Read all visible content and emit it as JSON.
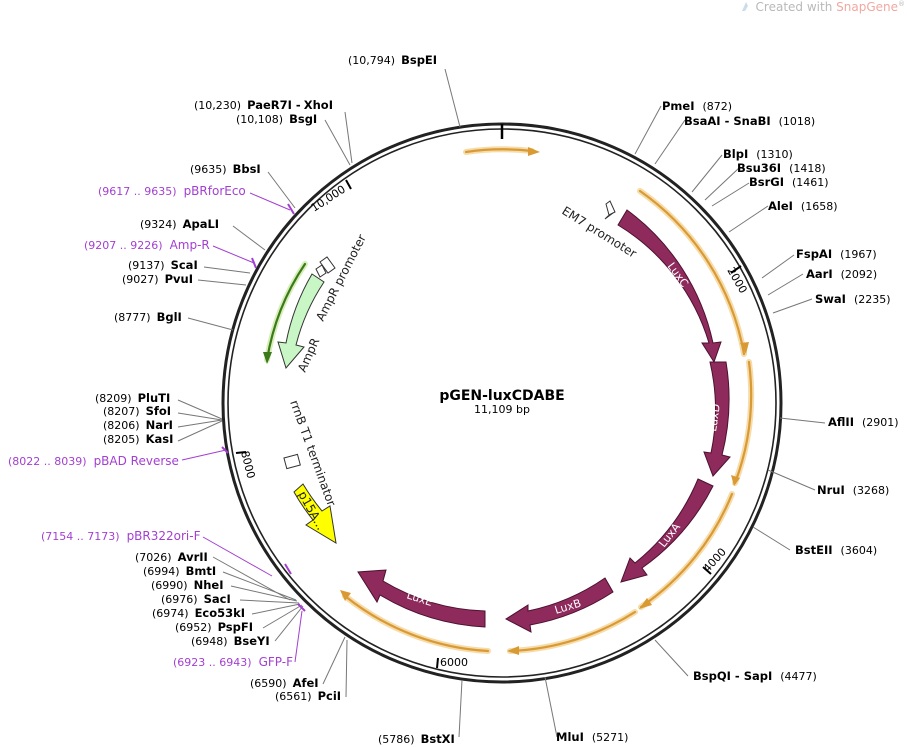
{
  "watermark": {
    "prefix": "Created with ",
    "brand": "SnapGene",
    "reg": "®",
    "logo_icon": "snapgene-logo-icon"
  },
  "plasmid": {
    "name": "pGEN-luxCDABE",
    "length_label": "11,109 bp",
    "length": 11109
  },
  "ticks": [
    {
      "label": "2000",
      "pos": 2000
    },
    {
      "label": "4000",
      "pos": 4000
    },
    {
      "label": "6000",
      "pos": 6000
    },
    {
      "label": "8000",
      "pos": 8000
    },
    {
      "label": "10,000",
      "pos": 10000
    }
  ],
  "features": [
    {
      "id": "luxc",
      "label": "LuxC",
      "kind": "cds",
      "color": "#8e2a5c"
    },
    {
      "id": "luxd",
      "label": "LuxD",
      "kind": "cds",
      "color": "#8e2a5c"
    },
    {
      "id": "luxa",
      "label": "LuxA",
      "kind": "cds",
      "color": "#8e2a5c"
    },
    {
      "id": "luxb",
      "label": "LuxB",
      "kind": "cds",
      "color": "#8e2a5c"
    },
    {
      "id": "luxe",
      "label": "LuxE",
      "kind": "cds",
      "color": "#8e2a5c"
    },
    {
      "id": "ampr",
      "label": "AmpR",
      "kind": "cds",
      "color": "#c8f7c5"
    },
    {
      "id": "p15a",
      "label": "p15A...",
      "kind": "origin",
      "color": "#ffff00"
    },
    {
      "id": "em7",
      "label": "EM7 promoter",
      "kind": "promoter"
    },
    {
      "id": "ampr-promoter",
      "label": "AmpR promoter",
      "kind": "promoter"
    },
    {
      "id": "rrnb",
      "label": "rrnB T1 terminator",
      "kind": "terminator"
    }
  ],
  "sites": [
    {
      "name": "BspEI",
      "pos": "(10,794)"
    },
    {
      "name": "PaeR7I",
      "sep": "-",
      "name2": "XhoI",
      "pos": "(10,230)"
    },
    {
      "name": "BsgI",
      "pos": "(10,108)"
    },
    {
      "name": "BbsI",
      "pos": "(9635)"
    },
    {
      "name": "ApaLI",
      "pos": "(9324)"
    },
    {
      "name": "ScaI",
      "pos": "(9137)"
    },
    {
      "name": "PvuI",
      "pos": "(9027)"
    },
    {
      "name": "BglI",
      "pos": "(8777)"
    },
    {
      "name": "PluTI",
      "pos": "(8209)"
    },
    {
      "name": "SfoI",
      "pos": "(8207)"
    },
    {
      "name": "NarI",
      "pos": "(8206)"
    },
    {
      "name": "KasI",
      "pos": "(8205)"
    },
    {
      "name": "AvrII",
      "pos": "(7026)"
    },
    {
      "name": "BmtI",
      "pos": "(6994)"
    },
    {
      "name": "NheI",
      "pos": "(6990)"
    },
    {
      "name": "SacI",
      "pos": "(6976)"
    },
    {
      "name": "Eco53kI",
      "pos": "(6974)"
    },
    {
      "name": "PspFI",
      "pos": "(6952)"
    },
    {
      "name": "BseYI",
      "pos": "(6948)"
    },
    {
      "name": "AfeI",
      "pos": "(6590)"
    },
    {
      "name": "PciI",
      "pos": "(6561)"
    },
    {
      "name": "BstXI",
      "pos": "(5786)"
    },
    {
      "name": "MluI",
      "pos": "(5271)"
    },
    {
      "name": "BspQI",
      "sep": "-",
      "name2": "SapI",
      "pos": "(4477)"
    },
    {
      "name": "BstEII",
      "pos": "(3604)"
    },
    {
      "name": "NruI",
      "pos": "(3268)"
    },
    {
      "name": "AflII",
      "pos": "(2901)"
    },
    {
      "name": "SwaI",
      "pos": "(2235)"
    },
    {
      "name": "AarI",
      "pos": "(2092)"
    },
    {
      "name": "FspAI",
      "pos": "(1967)"
    },
    {
      "name": "AleI",
      "pos": "(1658)"
    },
    {
      "name": "BsrGI",
      "pos": "(1461)"
    },
    {
      "name": "Bsu36I",
      "pos": "(1418)"
    },
    {
      "name": "BlpI",
      "pos": "(1310)"
    },
    {
      "name": "BsaAI",
      "sep": "-",
      "name2": "SnaBI",
      "pos": "(1018)"
    },
    {
      "name": "PmeI",
      "pos": "(872)"
    }
  ],
  "primers": [
    {
      "range": "(9617 .. 9635)",
      "name": "pBRforEco"
    },
    {
      "range": "(9207 .. 9226)",
      "name": "Amp-R"
    },
    {
      "range": "(8022 .. 8039)",
      "name": "pBAD Reverse"
    },
    {
      "range": "(7154 .. 7173)",
      "name": "pBR322ori-F"
    },
    {
      "range": "(6923 .. 6943)",
      "name": "GFP-F"
    }
  ],
  "colors": {
    "backbone": "#222222",
    "cds": "#8e2a5c",
    "orf": "#e8a33a",
    "ampr": "#c8f7c5",
    "ori": "#ffff00",
    "primer": "#a33fd1",
    "leader": "#777777"
  }
}
